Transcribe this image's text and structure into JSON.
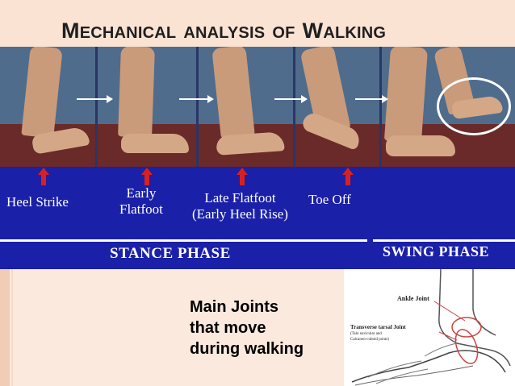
{
  "title": {
    "word1_initial": "M",
    "word1_rest": "ECHANICAL",
    "word2": "ANALYSIS",
    "word3": "OF",
    "word4_initial": "W",
    "word4_rest": "ALKING"
  },
  "phases": [
    {
      "label_line1": "Heel Strike",
      "label_line2": ""
    },
    {
      "label_line1": "Early",
      "label_line2": "Flatfoot"
    },
    {
      "label_line1": "Late Flatfoot",
      "label_line2": "(Early Heel Rise)"
    },
    {
      "label_line1": "Toe Off",
      "label_line2": ""
    }
  ],
  "stance_phase": "STANCE PHASE",
  "swing_phase": "SWING PHASE",
  "joints_text": [
    "Main Joints",
    "that move",
    "during walking"
  ],
  "diagram": {
    "ankle_label": "Ankle Joint",
    "transverse_label": "Transverse tarsal Joint",
    "sub1": "(Talo navicular and",
    "sub2": "Calcaneo-cuboid joints)"
  },
  "colors": {
    "title_bg": "#fae3d3",
    "band_blue": "#1a20a8",
    "arrow_red": "#d92020",
    "label_white": "#ffffff"
  }
}
